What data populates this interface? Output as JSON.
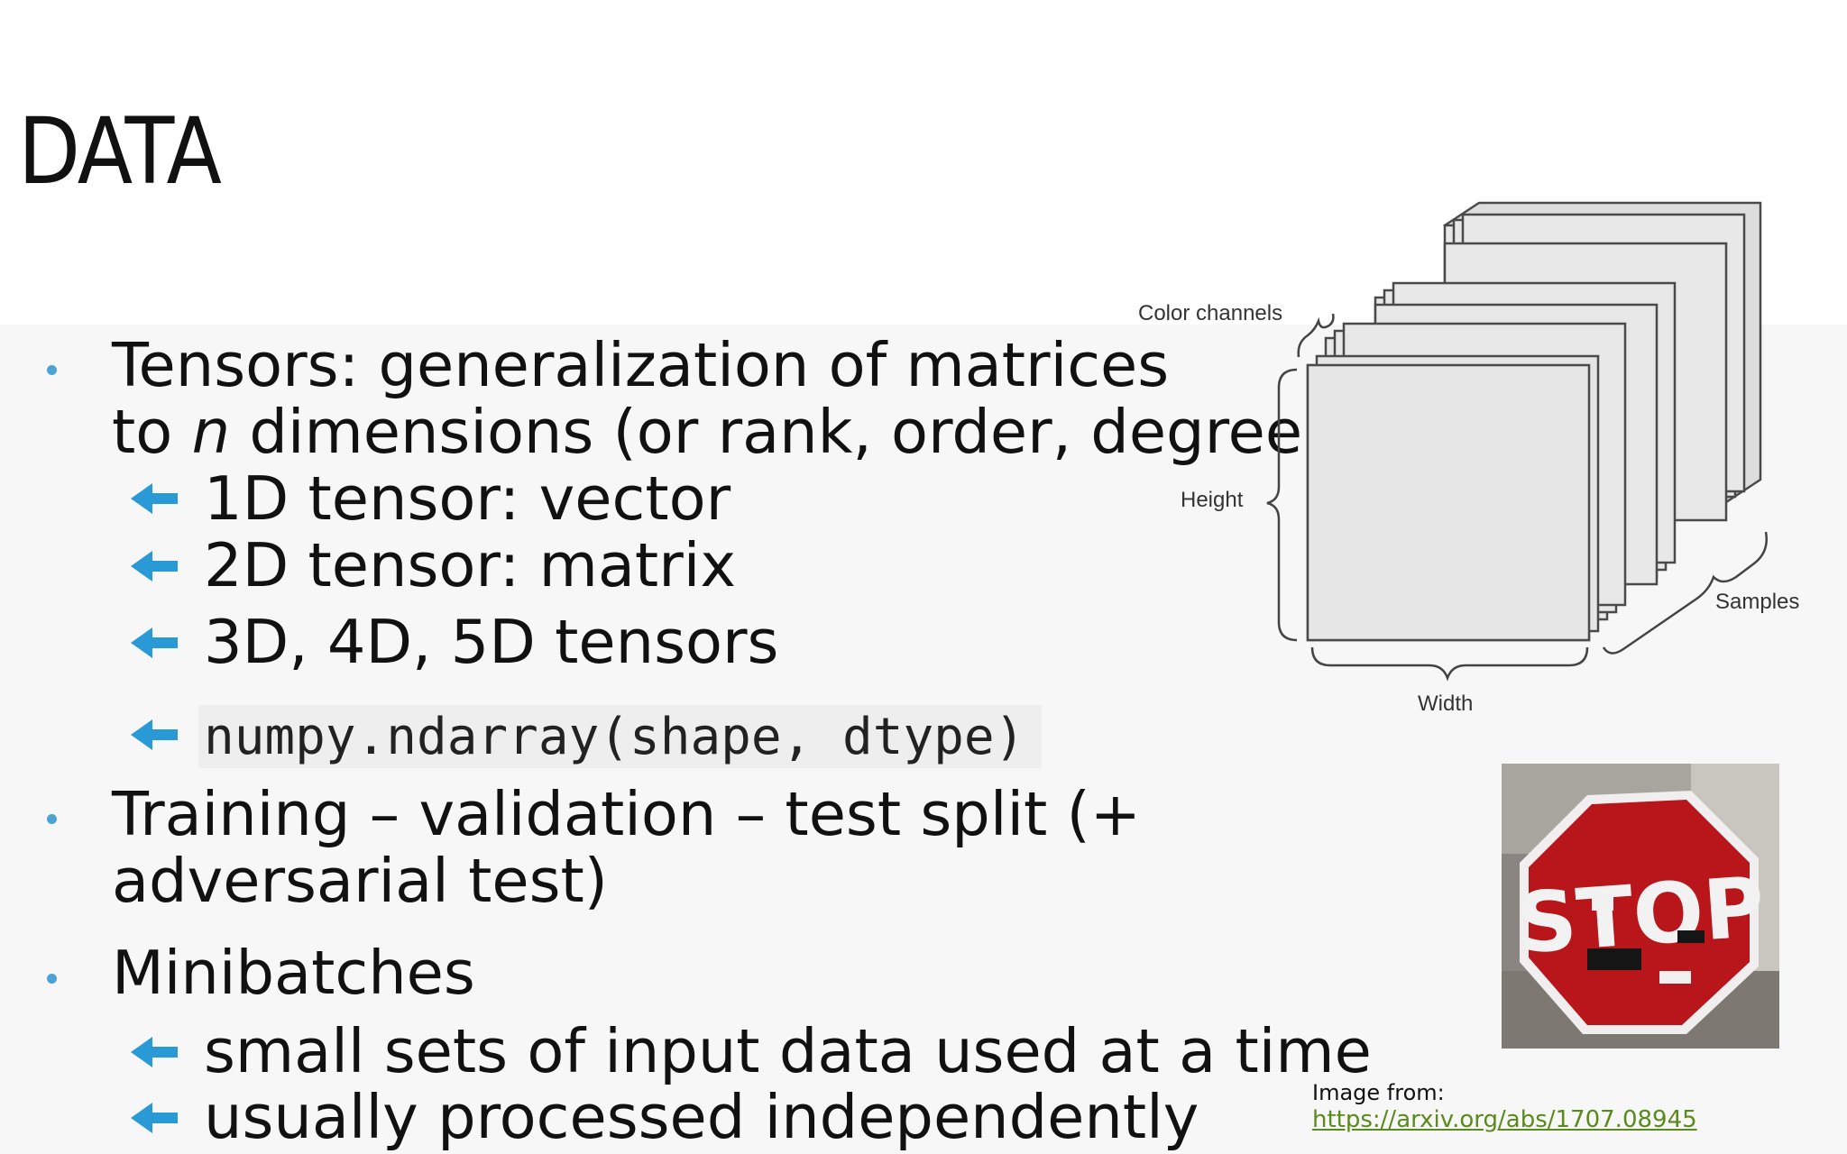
{
  "slide": {
    "title": "DATA",
    "bullets": {
      "tensors_line1": "Tensors: generalization of matrices",
      "tensors_line2_pre": "to ",
      "tensors_line2_var": "n",
      "tensors_line2_post": " dimensions (or rank, order, degree)",
      "sub_1d": "1D tensor: vector",
      "sub_2d": "2D tensor: matrix",
      "sub_3d": "3D, 4D, 5D tensors",
      "sub_code": "numpy.ndarray(shape, dtype)",
      "split_line1": "Training – validation – test split (+",
      "split_line2": "adversarial test)",
      "minibatches": "Minibatches",
      "sub_small": "small sets of input data used at a time",
      "sub_indep": "usually processed independently"
    }
  },
  "diagram": {
    "color_channels": "Color channels",
    "height": "Height",
    "width": "Width",
    "samples": "Samples"
  },
  "stop_image": {
    "sign_text": "STOP"
  },
  "credit": {
    "label": "Image from:",
    "link": "https://arxiv.org/abs/1707.08945"
  },
  "colors": {
    "bullet": "#4aa3d4",
    "arrow": "#2a9ad6",
    "link": "#5a8a1c",
    "stop_red": "#b8161b"
  }
}
